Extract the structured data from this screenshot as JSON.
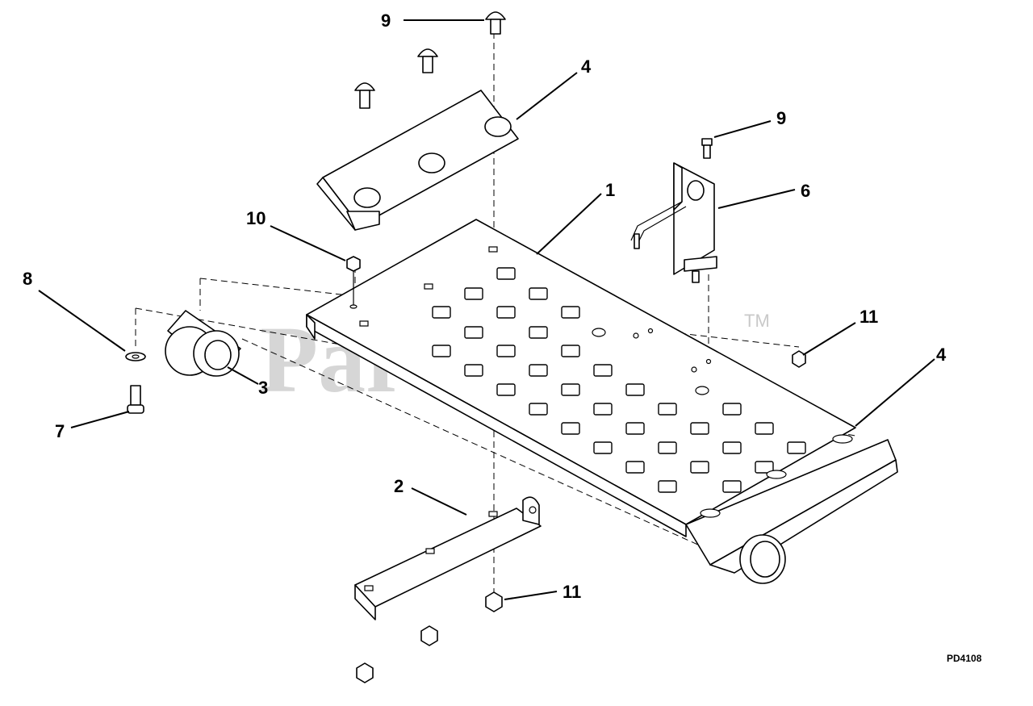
{
  "watermark": {
    "text": "PartsTree",
    "trademark": "TM"
  },
  "diagram_ref": "PD4108",
  "callouts": [
    {
      "id": "c-9-top",
      "label": "9"
    },
    {
      "id": "c-4-top",
      "label": "4"
    },
    {
      "id": "c-9-right",
      "label": "9"
    },
    {
      "id": "c-6",
      "label": "6"
    },
    {
      "id": "c-1",
      "label": "1"
    },
    {
      "id": "c-10",
      "label": "10"
    },
    {
      "id": "c-8",
      "label": "8"
    },
    {
      "id": "c-3",
      "label": "3"
    },
    {
      "id": "c-11-right",
      "label": "11"
    },
    {
      "id": "c-4-right",
      "label": "4"
    },
    {
      "id": "c-7",
      "label": "7"
    },
    {
      "id": "c-2",
      "label": "2"
    },
    {
      "id": "c-11-bottom",
      "label": "11"
    }
  ]
}
